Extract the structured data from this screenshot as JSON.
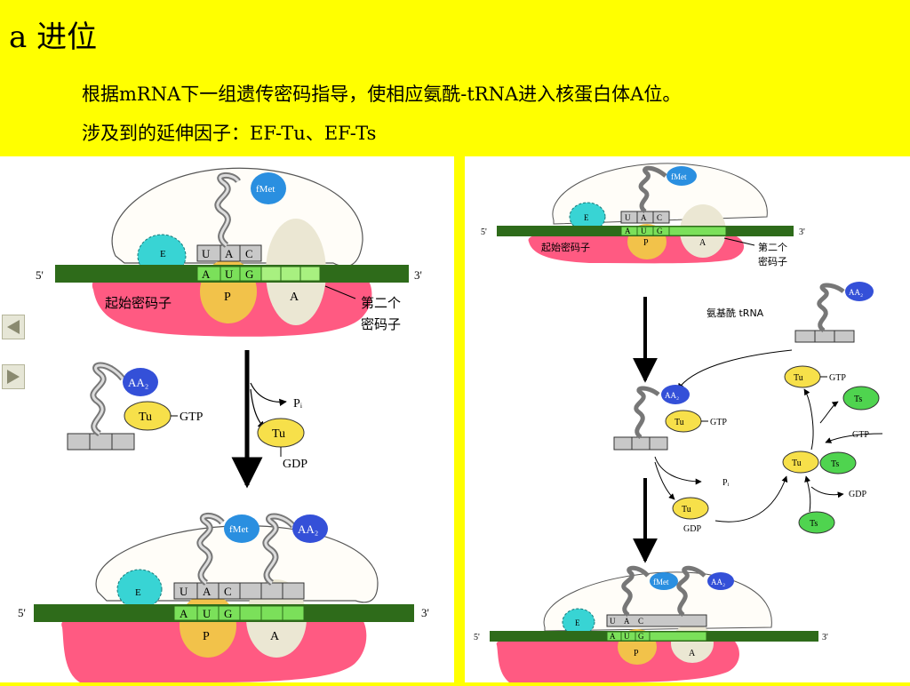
{
  "heading": "a 进位",
  "description_line1": "根据mRNA下一组遗传密码指导，使相应氨酰-tRNA进入核蛋白体A位。",
  "description_line2": "涉及到的延伸因子：EF-Tu、EF-Ts",
  "labels": {
    "five_prime": "5'",
    "three_prime": "3'",
    "fmet": "fMet",
    "aa2": "AA₂",
    "tu": "Tu",
    "ts": "Ts",
    "gtp": "GTP",
    "gdp": "GDP",
    "pi": "Pᵢ",
    "site_e": "E",
    "site_p": "P",
    "site_a": "A",
    "anticodon": [
      "U",
      "A",
      "C"
    ],
    "codon": [
      "A",
      "U",
      "G"
    ],
    "start_codon": "起始密码子",
    "second_codon_l1": "第二个",
    "second_codon_l2": "密码子",
    "aminoacyl_trna": "氨基酰 tRNA"
  },
  "colors": {
    "slide_bg": "#ffff00",
    "mrna": "#2e6b1a",
    "codon_box": "#7be05a",
    "large_subunit": "#ff5a82",
    "p_site": "#f2c24a",
    "a_site": "#ebe7d3",
    "e_site": "#38d4d4",
    "fmet": "#2a8fe0",
    "aa2": "#3450d8",
    "tu": "#f7e04a",
    "ts": "#4fd44f"
  }
}
